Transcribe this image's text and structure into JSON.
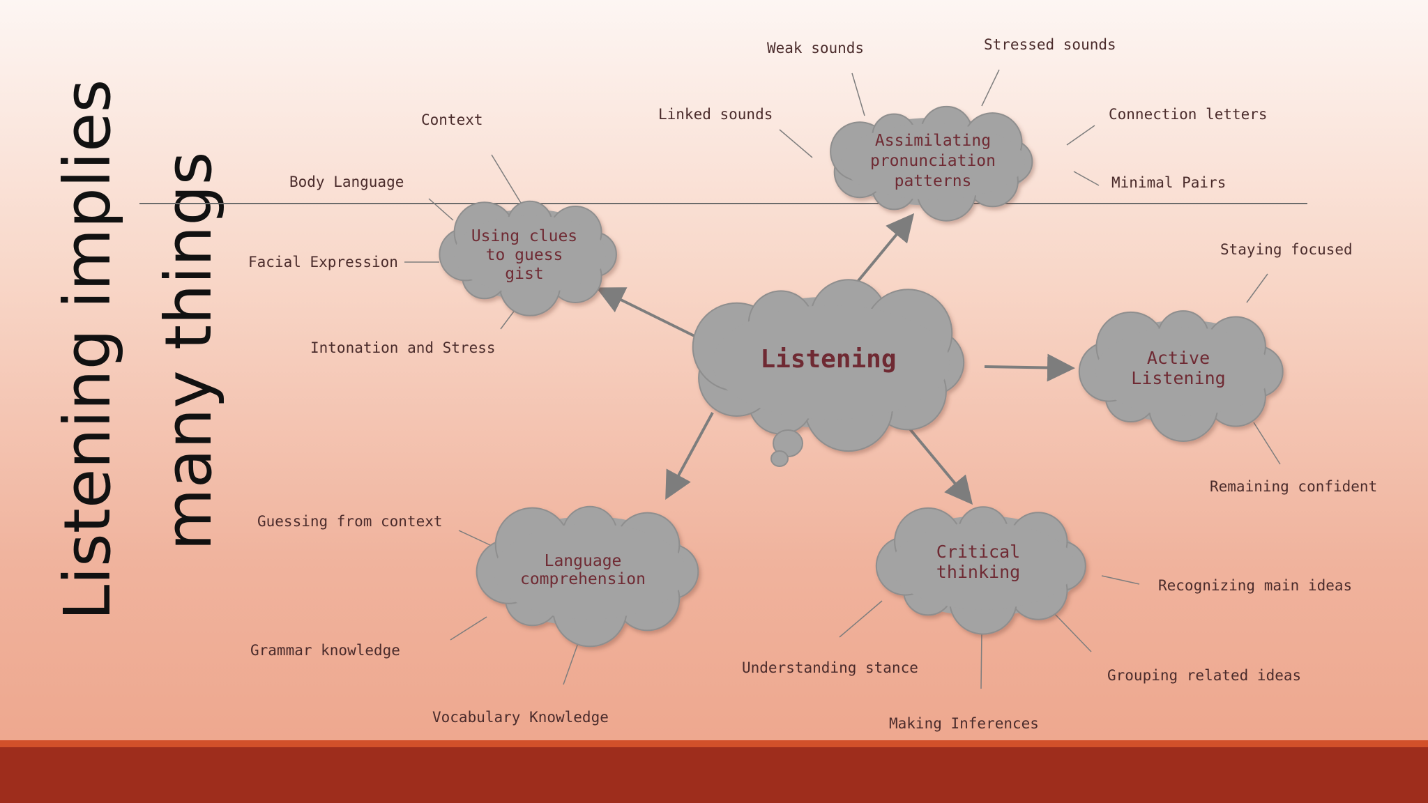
{
  "slide": {
    "title_line1": "Listening implies",
    "title_line2": "many things"
  },
  "colors": {
    "cloud_fill": "#a3a3a3",
    "cloud_text": "#6f2a33",
    "footer_bar": "#9e2d1c",
    "footer_accent": "#d2502a"
  },
  "diagram": {
    "center": "Listening",
    "nodes": {
      "clues": [
        "Using clues",
        "to guess",
        "gist"
      ],
      "assim": [
        "Assimilating",
        "pronunciation",
        "patterns"
      ],
      "active": [
        "Active",
        "Listening"
      ],
      "critical": [
        "Critical",
        "thinking"
      ],
      "language": [
        "Language",
        "comprehension"
      ]
    },
    "leaves": {
      "context": "Context",
      "body_language": "Body Language",
      "facial_expression": "Facial Expression",
      "intonation": "Intonation and Stress",
      "weak_sounds": "Weak sounds",
      "stressed_sounds": "Stressed sounds",
      "linked_sounds": "Linked sounds",
      "connection_letters": "Connection letters",
      "minimal_pairs": "Minimal Pairs",
      "staying_focused": "Staying focused",
      "remaining_confident": "Remaining confident",
      "recognizing_main_ideas": "Recognizing main ideas",
      "grouping_related_ideas": "Grouping related ideas",
      "making_inferences": "Making Inferences",
      "understanding_stance": "Understanding stance",
      "guessing_from_context": "Guessing from context",
      "grammar_knowledge": "Grammar knowledge",
      "vocabulary_knowledge": "Vocabulary Knowledge"
    }
  }
}
